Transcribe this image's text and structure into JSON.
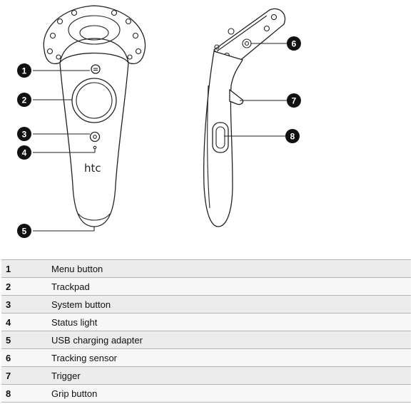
{
  "figure": {
    "logo_text": "htc",
    "callouts": [
      "1",
      "2",
      "3",
      "4",
      "5",
      "6",
      "7",
      "8"
    ]
  },
  "parts": [
    {
      "num": "1",
      "label": "Menu button"
    },
    {
      "num": "2",
      "label": "Trackpad"
    },
    {
      "num": "3",
      "label": "System button"
    },
    {
      "num": "4",
      "label": "Status light"
    },
    {
      "num": "5",
      "label": "USB charging adapter"
    },
    {
      "num": "6",
      "label": "Tracking sensor"
    },
    {
      "num": "7",
      "label": "Trigger"
    },
    {
      "num": "8",
      "label": "Grip button"
    }
  ]
}
